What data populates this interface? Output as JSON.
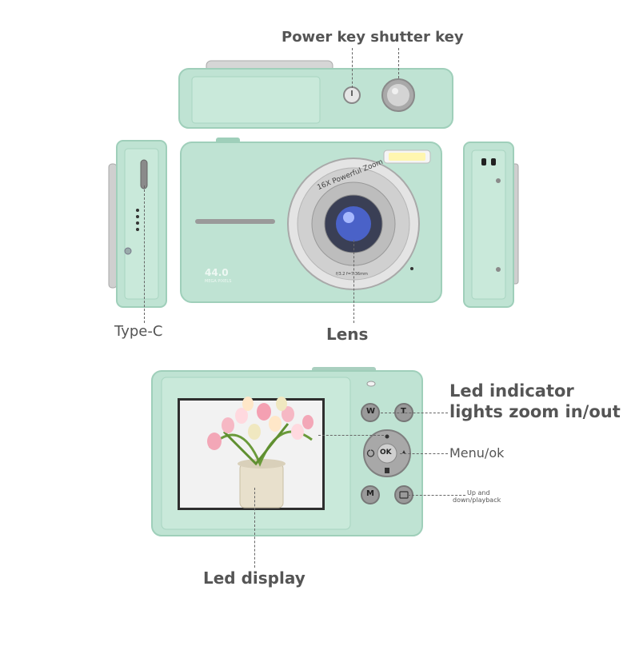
{
  "labels": {
    "power_shutter": "Power key shutter key",
    "type_c": "Type-C",
    "lens": "Lens",
    "led_indicator_line1": "Led indicator",
    "led_indicator_line2": "lights zoom in/out",
    "menu_ok": "Menu/ok",
    "up_down_line1": "Up and",
    "up_down_line2": "down/playback",
    "led_display": "Led display"
  },
  "camera_print": {
    "zoom_ring": "16X Powerful Zoom",
    "megapixels": "44.0",
    "megapixels_sub": "MEGA PIXELS",
    "lens_spec": "f/3.2 f=7.36mm"
  },
  "buttons": {
    "w": "W",
    "t": "T",
    "ok": "OK",
    "m": "M"
  },
  "colors": {
    "body": "#bfe3d3",
    "body_dark": "#9fcfba",
    "body_light": "#d7efe4",
    "label": "#555555"
  },
  "icons": [
    "power-icon",
    "usb-c-port-icon",
    "flash-icon",
    "trash-icon",
    "playback-icon"
  ]
}
